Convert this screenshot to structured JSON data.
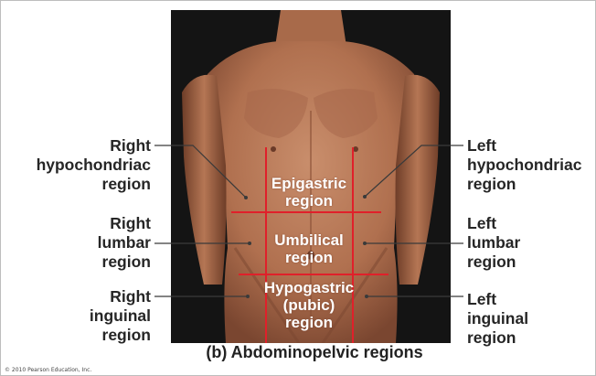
{
  "figure": {
    "caption": "(b) Abdominopelvic regions",
    "copyright": "© 2010 Pearson Education, Inc."
  },
  "regions": {
    "center": [
      {
        "key": "epigastric",
        "label": "Epigastric\nregion"
      },
      {
        "key": "umbilical",
        "label": "Umbilical\nregion"
      },
      {
        "key": "hypogastric",
        "label": "Hypogastric\n(pubic)\nregion"
      }
    ],
    "right_side": [
      {
        "key": "right-hypochondriac",
        "label": "Right\nhypochondriac\nregion"
      },
      {
        "key": "right-lumbar",
        "label": "Right\nlumbar\nregion"
      },
      {
        "key": "right-inguinal",
        "label": "Right\ninguinal\nregion"
      }
    ],
    "left_side": [
      {
        "key": "left-hypochondriac",
        "label": "Left\nhypochondriac\nregion"
      },
      {
        "key": "left-lumbar",
        "label": "Left\nlumbar\nregion"
      },
      {
        "key": "left-inguinal",
        "label": "Left\ninguinal\nregion"
      }
    ]
  },
  "colors": {
    "grid_line": "#e0202a",
    "leader_line": "#3a3a3a",
    "label_text": "#262626",
    "skin": "#b9785a",
    "background": "#141414"
  }
}
